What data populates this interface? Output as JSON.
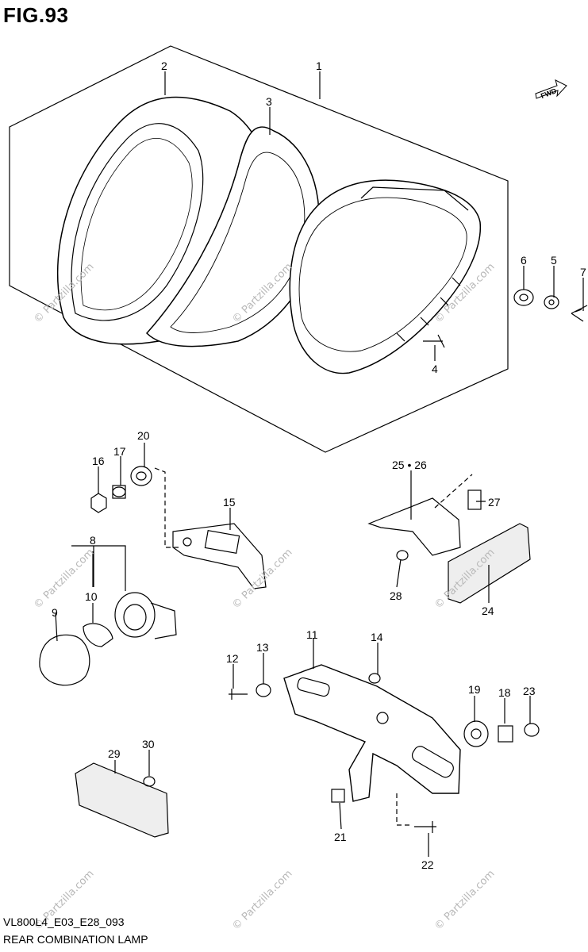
{
  "figure": {
    "title": "FIG.93",
    "model_code": "VL800L4_E03_E28_093",
    "name": "REAR COMBINATION LAMP",
    "direction_marker": "FWD"
  },
  "watermark": "© Partzilla.com",
  "callouts": [
    "1",
    "2",
    "3",
    "4",
    "5",
    "6",
    "7",
    "8",
    "9",
    "10",
    "11",
    "12",
    "13",
    "14",
    "15",
    "16",
    "17",
    "18",
    "19",
    "20",
    "21",
    "22",
    "23",
    "24",
    "25 • 26",
    "27",
    "28",
    "29",
    "30"
  ],
  "colors": {
    "line": "#000000",
    "background": "#ffffff",
    "watermark": "#b8b8b8"
  }
}
